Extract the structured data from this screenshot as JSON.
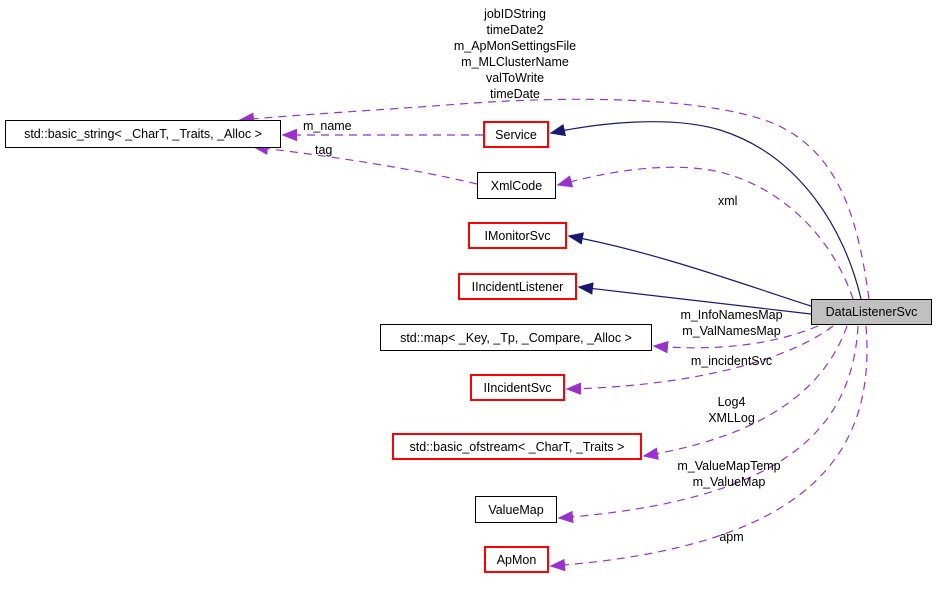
{
  "diagram": {
    "title": "DataListenerSvc collaboration graph",
    "nodes": {
      "basic_string": "std::basic_string< _CharT, _Traits, _Alloc >",
      "service": "Service",
      "xmlcode": "XmlCode",
      "imonitorsvc": "IMonitorSvc",
      "iincidentlistener": "IIncidentListener",
      "stdmap": "std::map< _Key, _Tp, _Compare, _Alloc >",
      "iincidentsvc": "IIncidentSvc",
      "ofstream": "std::basic_ofstream< _CharT, _Traits >",
      "valuemap": "ValueMap",
      "apmon": "ApMon",
      "datalistenersvc": "DataListenerSvc"
    },
    "edge_labels": {
      "strings": [
        "jobIDString",
        "timeDate2",
        "m_ApMonSettingsFile",
        "m_MLClusterName",
        "valToWrite",
        "timeDate"
      ],
      "m_name": "m_name",
      "tag": "tag",
      "xml": "xml",
      "maps": [
        "m_InfoNamesMap",
        "m_ValNamesMap"
      ],
      "incident": "m_incidentSvc",
      "logs": [
        "Log4",
        "XMLLog"
      ],
      "valuemaps": [
        "m_ValueMapTemp",
        "m_ValueMap"
      ],
      "apm": "apm"
    },
    "colors": {
      "inheritance_edge": "#191970",
      "usage_edge": "#9932cc",
      "truncated_border": "#ff0000",
      "node_border": "#000000",
      "focus_fill": "#c0c0c0",
      "background": "#ffffff"
    }
  }
}
